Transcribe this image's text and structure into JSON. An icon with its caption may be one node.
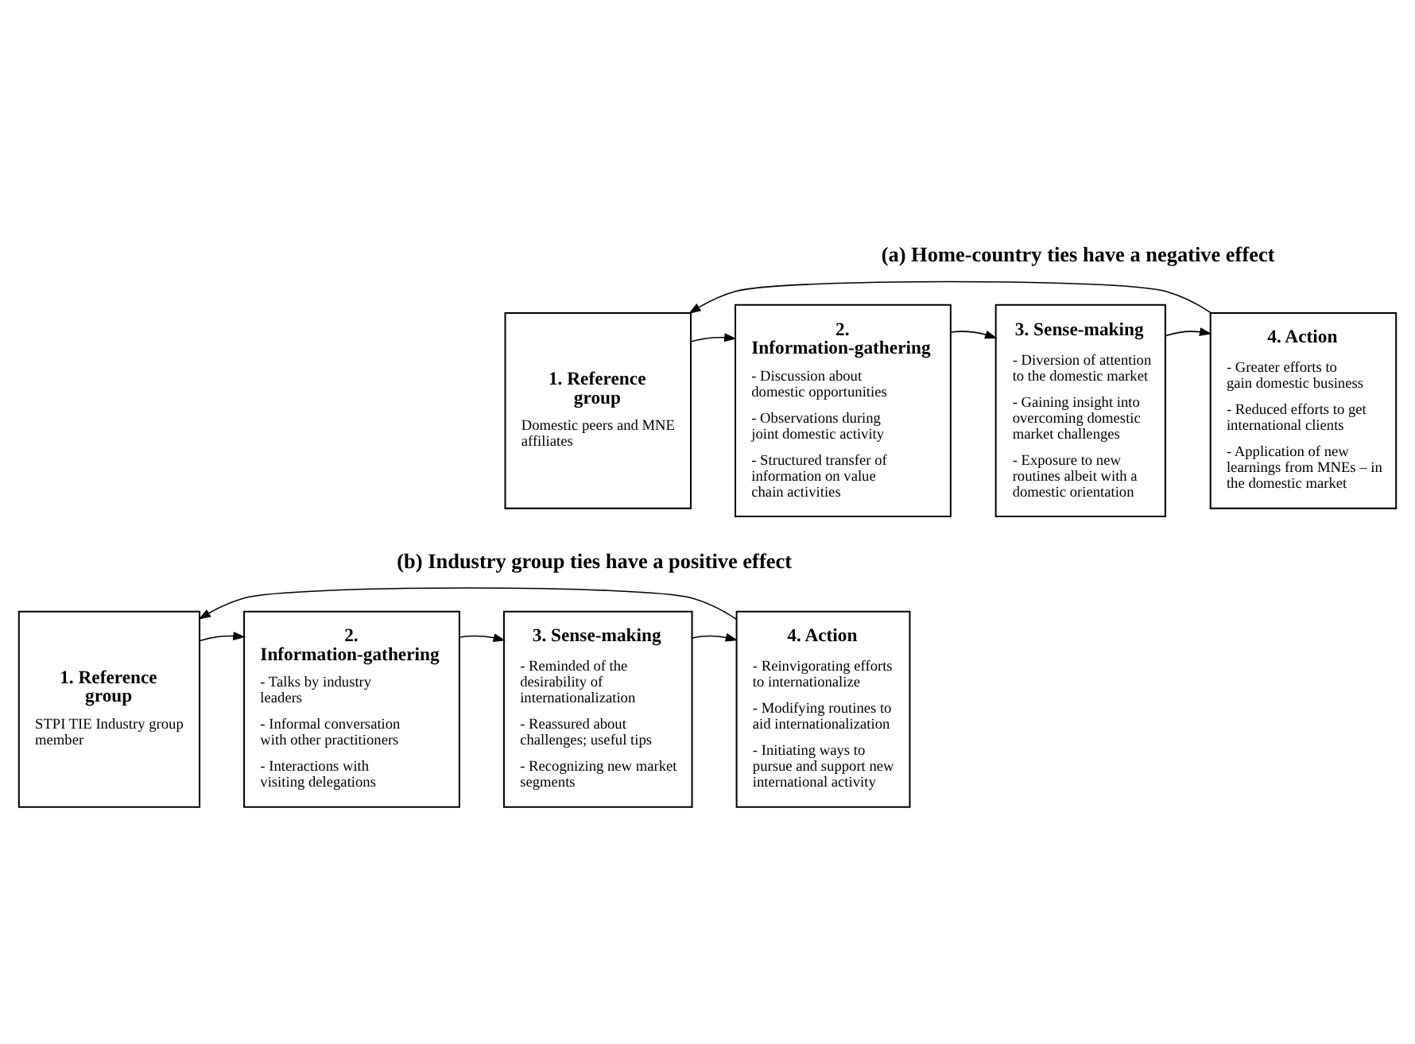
{
  "diagram": {
    "nodes": [
      {
        "text": [
          "1. Reference group",
          "Domestic peers and MNE affiliates"
        ]
      },
      {
        "text": [
          "2. Information-gathering",
          "- Discussion about domestic opportunities",
          "- Observations during joint domestic activity",
          "- Structured transfer of information on value chain activities"
        ]
      },
      {
        "text": [
          "3. Sense-making",
          "- Diversion of attention to the domestic market",
          "- Gaining insight into overcoming domestic market challenges",
          "- Exposure to new routines albeit with a domestic orientation"
        ]
      },
      {
        "text": [
          "4. Action",
          "- Greater efforts to gain domestic business",
          "- Reduced efforts to get international clients",
          "- Application of new learnings from MNEs – in the domestic market"
        ]
      },
      {
        "text": [
          "1. Reference group",
          "STPI TIE Industry group member"
        ]
      },
      {
        "text": [
          "2. Information-gathering",
          "- Talks by industry leaders",
          "- Informal conversation with other practitioners",
          "- Interactions with visiting delegations"
        ]
      },
      {
        "text": [
          "3. Sense-making",
          "- Reminded of the desirability of internationalization",
          "- Reassured about challenges; useful tips",
          "- Recognizing new market segments"
        ]
      },
      {
        "text": [
          "4. Action",
          "- Reinvigorating efforts to internationalize",
          "- Modifying routines to aid internationalization",
          "- Initiating ways to pursue and support new international activity"
        ]
      }
    ],
    "edges": [
      {
        "from": 0,
        "to": 1,
        "arrow": "to"
      },
      {
        "from": 1,
        "to": 2,
        "arrow": "to"
      },
      {
        "from": 2,
        "to": 3,
        "arrow": "to"
      },
      {
        "from": 3,
        "to": 0,
        "arrow": "to"
      },
      {
        "from": 4,
        "to": 5,
        "arrow": "to"
      },
      {
        "from": 5,
        "to": 6,
        "arrow": "to"
      },
      {
        "from": 6,
        "to": 7,
        "arrow": "to"
      },
      {
        "from": 7,
        "to": 4,
        "arrow": "to"
      }
    ],
    "labels": [
      "(a) Home-country ties have a negative effect",
      "(b) Industry group ties have a positive effect"
    ]
  }
}
